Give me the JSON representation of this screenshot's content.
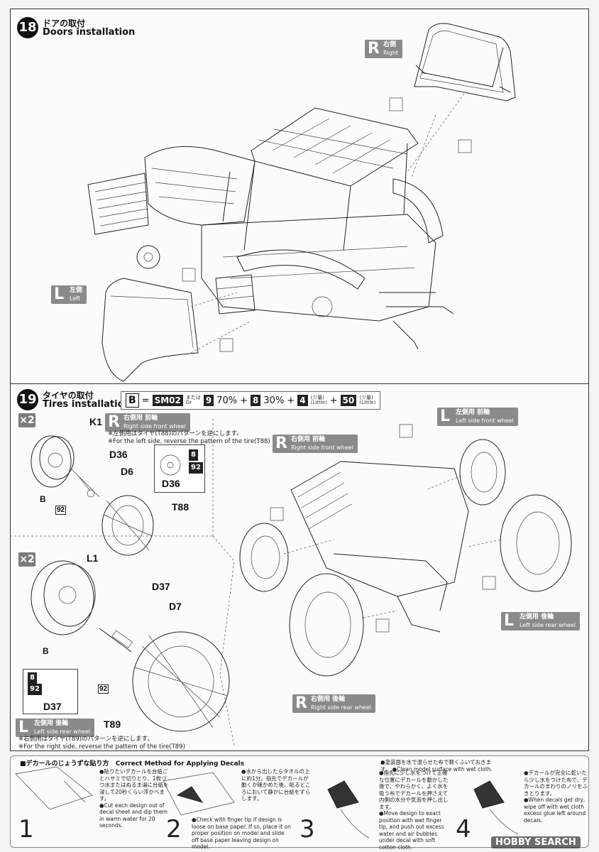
{
  "step18": {
    "number": "18",
    "title_jp": "ドアの取付",
    "title_en": "Doors installation",
    "right_tag": {
      "letter": "R",
      "jp": "右側",
      "en": "Right"
    },
    "left_tag": {
      "letter": "L",
      "jp": "左側",
      "en": "Left"
    }
  },
  "step19": {
    "number": "19",
    "title_jp": "タイヤの取付",
    "title_en": "Tires installation",
    "formula": {
      "b": "B",
      "eq": "=",
      "sm02": "SM02",
      "or_jp": "または",
      "or_en": "Or",
      "n9": "9",
      "p70": "70%",
      "plus": "+",
      "n8": "8",
      "p30": "30%",
      "n4": "4",
      "little_jp": "(少量)",
      "little_en": "(Little)",
      "n50": "50"
    },
    "front": {
      "x2": "×2",
      "tag": {
        "letter": "R",
        "jp": "右側用 前輪",
        "en": "Right side front wheel"
      },
      "note_jp": "※左側用はタイヤ(T88)のパターンを逆にします。",
      "note_en": "※For the left side, reverse the pattern of the tire(T88)",
      "parts": {
        "k1": "K1",
        "d36": "D36",
        "d6": "D6",
        "b": "B",
        "p92": "92",
        "t88": "T88"
      },
      "callout": {
        "c8": "8",
        "c92": "92",
        "label": "D36"
      }
    },
    "rear": {
      "x2": "×2",
      "parts": {
        "l1": "L1",
        "d37": "D37",
        "d7": "D7",
        "b": "B",
        "p92": "92",
        "t89": "T89"
      },
      "callout": {
        "c8": "8",
        "c92": "92",
        "label": "D37"
      },
      "tag": {
        "letter": "L",
        "jp": "左側用 後輪",
        "en": "Left side rear wheel"
      },
      "note_jp": "※右側用はタイヤ(T89)のパターンを逆にします。",
      "note_en": "※For the right side, reverse the pattern of the tire(T89)"
    },
    "assembly_tags": {
      "right_front": {
        "letter": "R",
        "jp": "右側用 前輪",
        "en": "Right side front wheel"
      },
      "left_front": {
        "letter": "L",
        "jp": "左側用 前輪",
        "en": "Left side front wheel"
      },
      "left_rear": {
        "letter": "L",
        "jp": "左側用 後輪",
        "en": "Left side rear wheel"
      },
      "right_rear": {
        "letter": "R",
        "jp": "右側用 後輪",
        "en": "Right side rear wheel"
      }
    }
  },
  "decal_guide": {
    "title_jp": "■デカールのじょうずな貼り方",
    "title_en": "Correct Method for Applying Decals",
    "steps": [
      {
        "num": "1",
        "jp": "●貼りたいデカールを台紙ごとハサミで切りとり、1枚づつ水またはぬるま湯に台紙を浸して20秒くらい浮かべます。",
        "en": "●Cut each design out of decal sheet and dip them in warm water for 20 seconds."
      },
      {
        "num": "2",
        "jp": "●水から出したらタオルの上に約1分。指先でデカールが動くか確かめた後、貼るところにおいて静かに台紙をずらします。",
        "en": "●Check with finger tip if design is loose on base paper. If so, place it on proper position on model and slide off base paper leaving design on model."
      },
      {
        "num": "3",
        "jp": "●指先に少し水をつけて正確な位置にデカールを動かした後で、やわらかく、よく水を吸う布でデカールを押さえて内側の水分や気泡を押し出します。",
        "en": "●Move design to exact position with wet finger tip, and push out excess water and air bubbles under decal with soft cotton cloth."
      },
      {
        "num": "4",
        "jp": "●デカールが完全に乾いたら少し水をつけた布で、デカールのまわりのノリをふきとります。",
        "en": "●When decals get dry, wipe off with wet cloth excess glue left around decals."
      }
    ],
    "clean_note_jp": "●塗装面を水で湿らせた布で軽くふいておきます。",
    "clean_note_en": "●Clean model surface with wet cloth."
  },
  "watermark": "HOBBY SEARCH"
}
